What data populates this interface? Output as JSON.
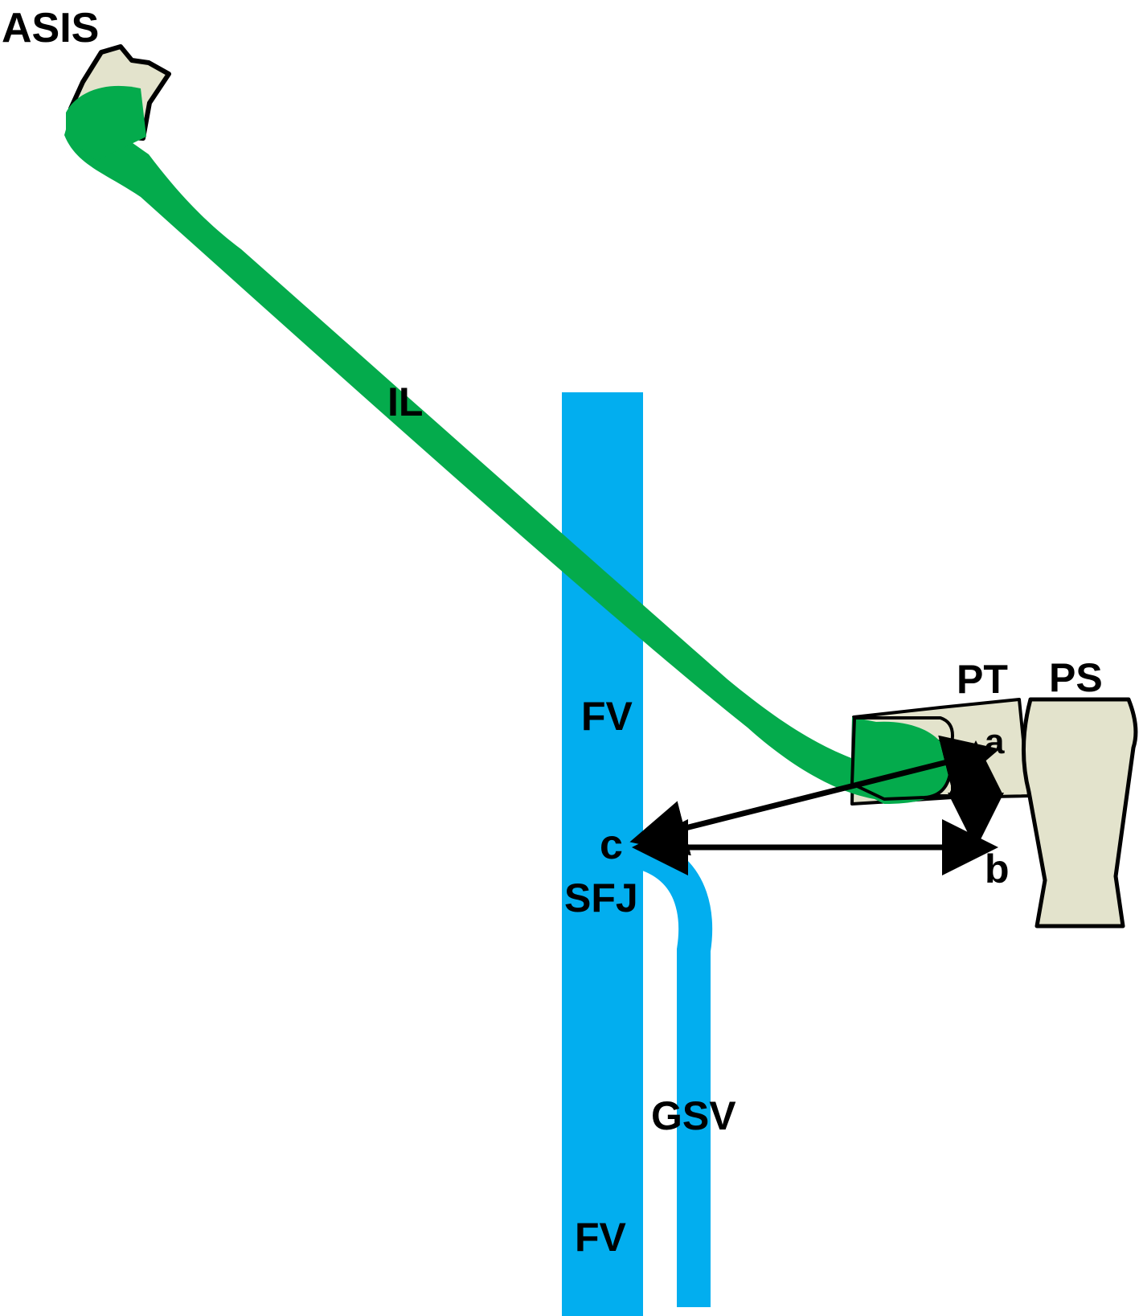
{
  "colors": {
    "vein": "#02aeef",
    "ligament": "#04ab4c",
    "bone": "#e3e3cc",
    "outline": "#000000",
    "background": "#ffffff"
  },
  "labels": {
    "asis": "ASIS",
    "il": "IL",
    "pt": "PT",
    "ps": "PS",
    "a": "a",
    "b": "b",
    "c": "c",
    "fv_upper": "FV",
    "sfj": "SFJ",
    "gsv": "GSV",
    "fv_lower": "FV"
  }
}
